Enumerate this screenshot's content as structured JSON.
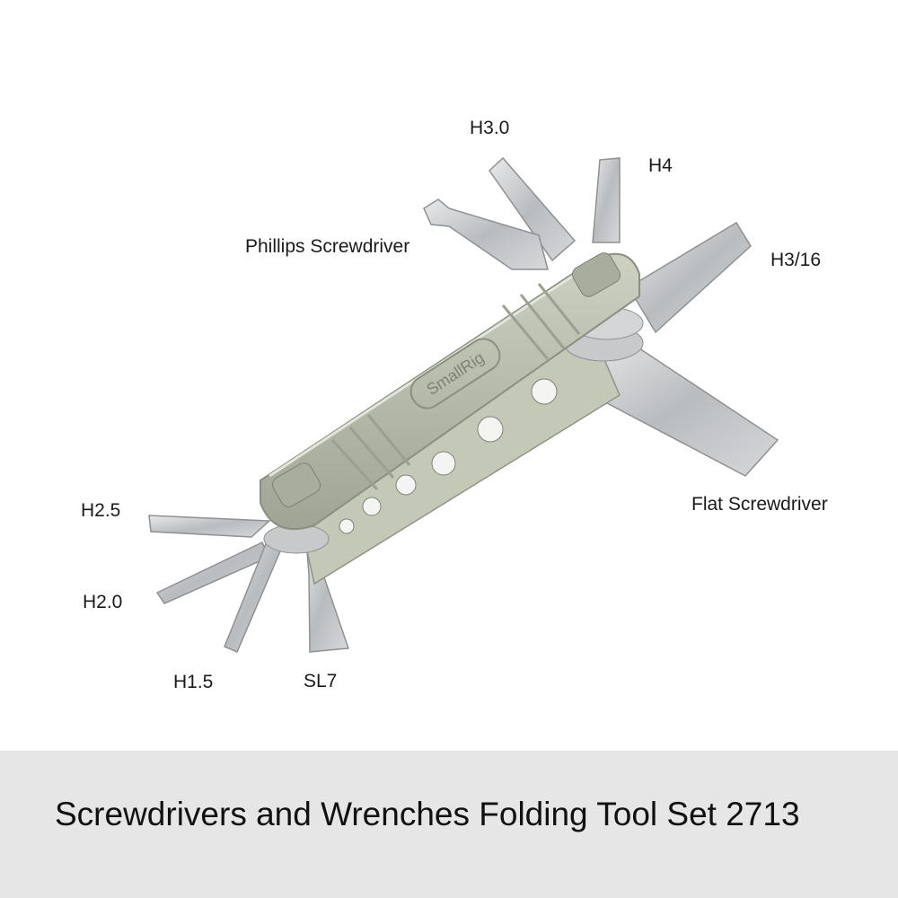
{
  "labels": {
    "h30": "H3.0",
    "h4": "H4",
    "phillips": "Phillips Screwdriver",
    "h316": "H3/16",
    "flat": "Flat Screwdriver",
    "h25": "H2.5",
    "h20": "H2.0",
    "h15": "H1.5",
    "sl7": "SL7"
  },
  "brand": "SmallRig",
  "banner": {
    "title": "Screwdrivers and Wrenches Folding Tool Set 2713"
  },
  "colors": {
    "handle": "#b7bcaa",
    "steel": "#c9cbcd",
    "banner_bg": "#e6e6e6"
  }
}
